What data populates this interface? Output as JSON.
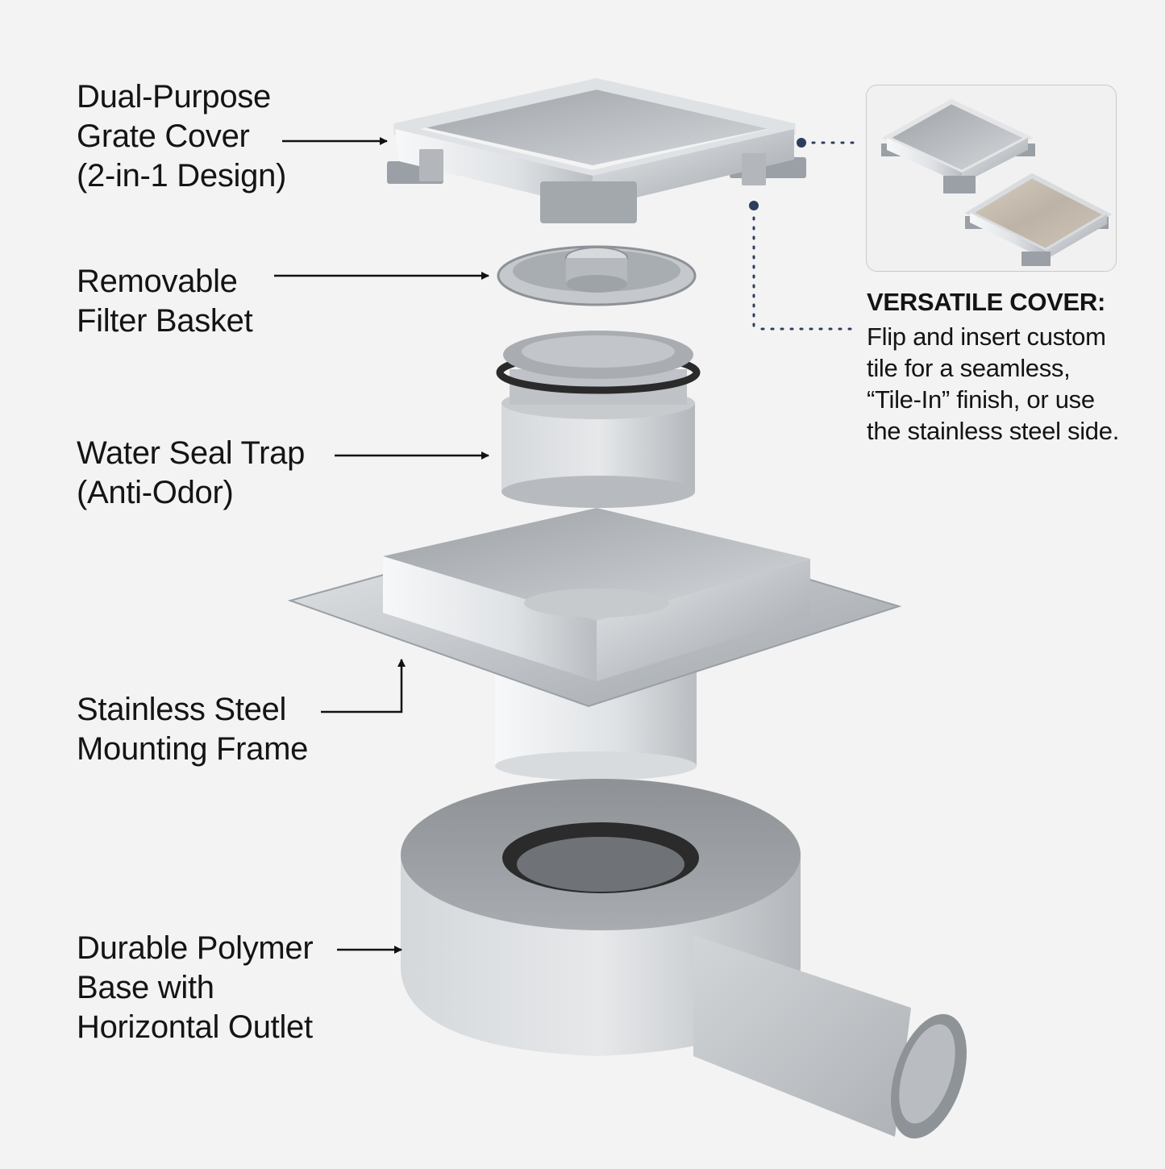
{
  "callouts": {
    "grate": {
      "lines": [
        "Dual-Purpose",
        "Grate Cover",
        "(2-in-1 Design)"
      ]
    },
    "filter": {
      "lines": [
        "Removable",
        "Filter Basket"
      ]
    },
    "trap": {
      "lines": [
        "Water Seal Trap",
        "(Anti-Odor)"
      ]
    },
    "frame": {
      "lines": [
        "Stainless Steel",
        "Mounting Frame"
      ]
    },
    "base": {
      "lines": [
        "Durable Polymer",
        "Base with",
        "Horizontal Outlet"
      ]
    }
  },
  "versatile": {
    "title": "VERSATILE COVER:",
    "lines": [
      "Flip and insert custom",
      "tile for a seamless,",
      "“Tile-In” finish, or use",
      "the stainless steel side."
    ]
  },
  "colors": {
    "background": "#f3f3f3",
    "steel": "#c8ccd0",
    "polymer": "#b9bcc0",
    "dot_accent": "#2d3e5c"
  }
}
